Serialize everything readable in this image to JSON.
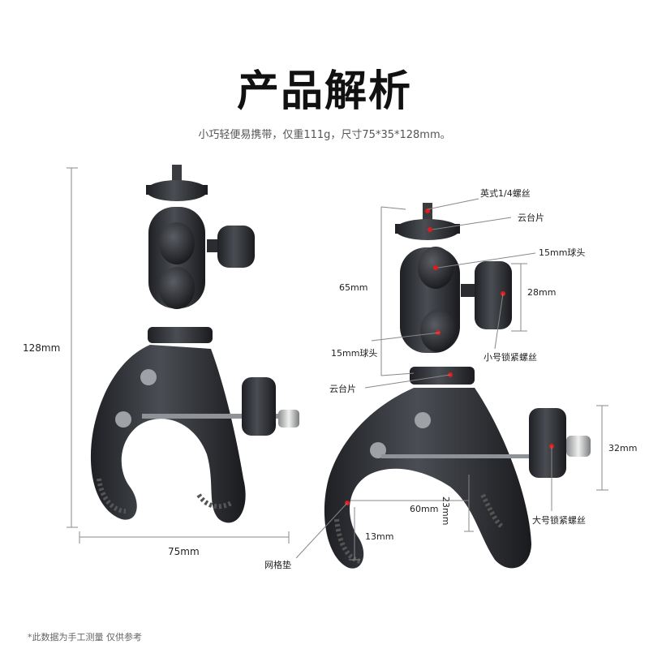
{
  "title": "产品解析",
  "subtitle": "小巧轻便易携带，仅重111g，尺寸75*35*128mm。",
  "left_dims": {
    "height": "128mm",
    "width": "75mm"
  },
  "right_labels": {
    "screw": "英式1/4螺丝",
    "plate_top": "云台片",
    "ball_top": "15mm球头",
    "ball_height": "65mm",
    "knob_small_size": "28mm",
    "ball_bottom": "15mm球头",
    "lock_small": "小号锁紧螺丝",
    "plate_bottom": "云台片",
    "knob_big_size": "32mm",
    "jaw_depth": "23mm",
    "jaw_open": "60mm",
    "pad_thick": "13mm",
    "lock_big": "大号锁紧螺丝",
    "pad": "网格垫"
  },
  "footnote": "*此数据为手工测量 仅供参考",
  "colors": {
    "metal": "#2a2c30",
    "highlight": "#6a6e74",
    "marker": "#e01c1c",
    "dim_line": "#888888"
  }
}
